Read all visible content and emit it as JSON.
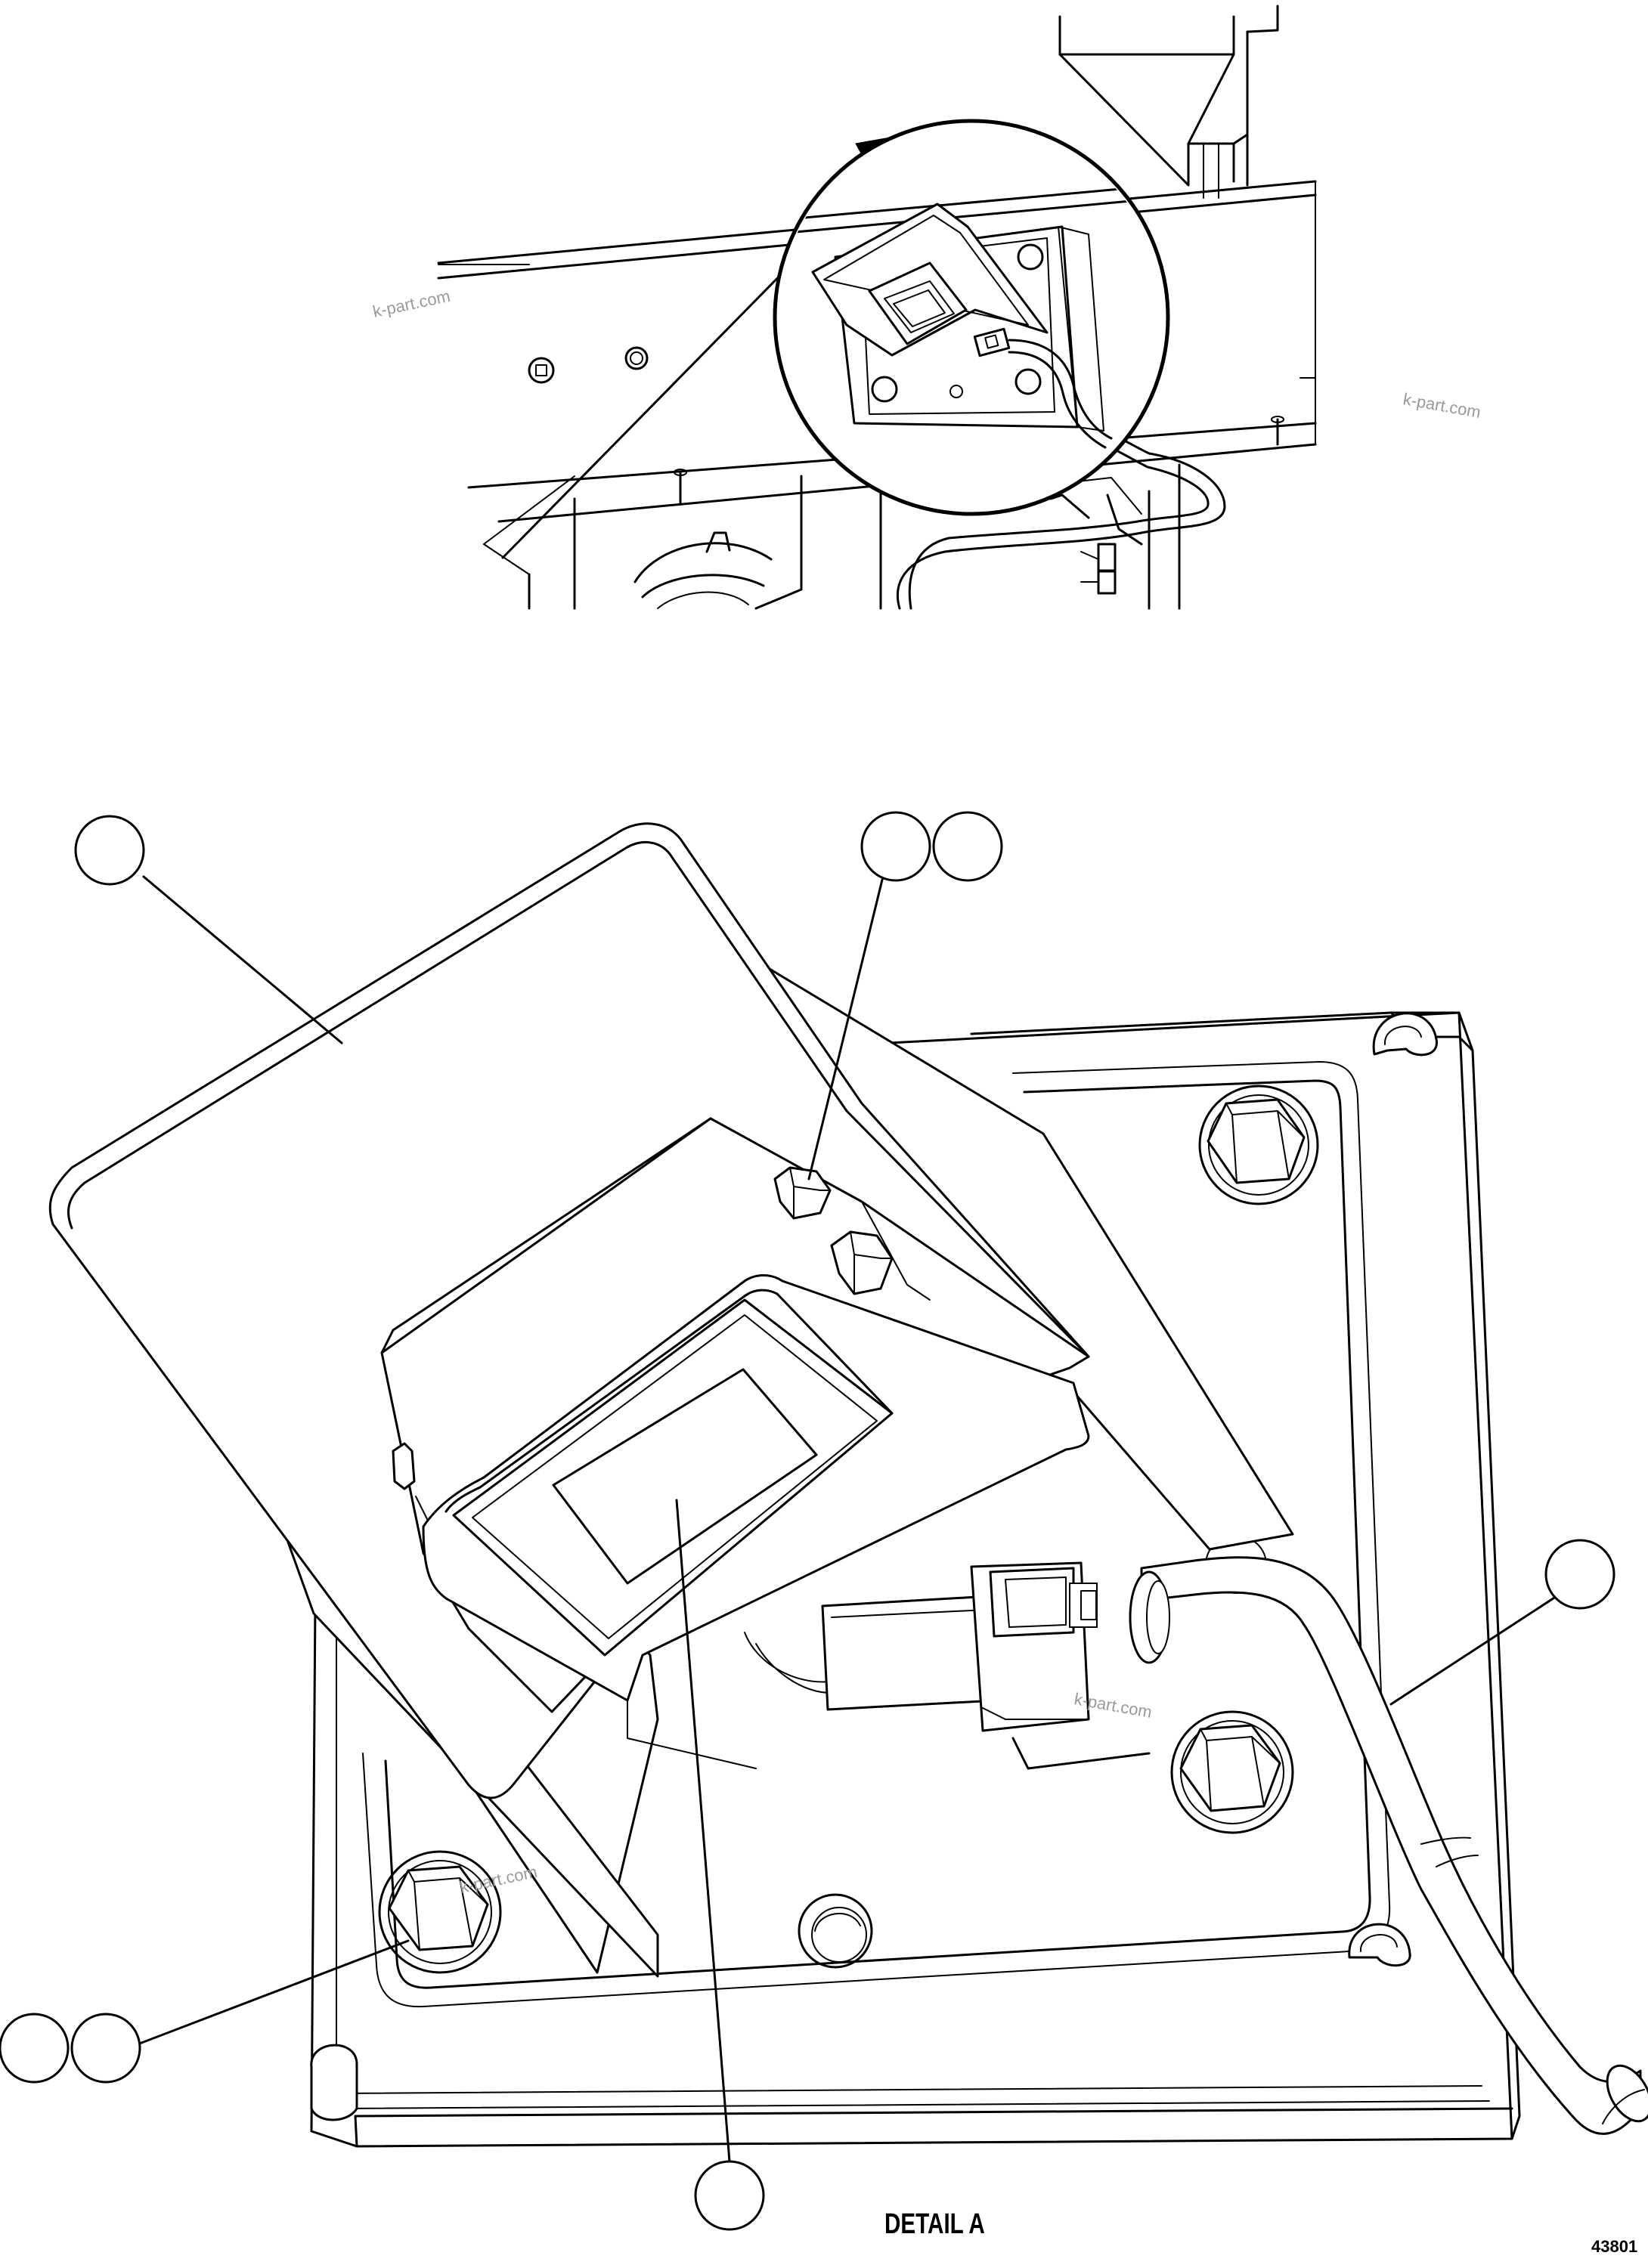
{
  "view_label": "A",
  "detail_caption": "DETAIL A",
  "figure_number": "43801",
  "watermarks": [
    "k-part.com",
    "k-part.com",
    "k-part.com",
    "k-part.com"
  ],
  "callouts": [
    {
      "id": "callout-top-left",
      "text": ""
    },
    {
      "id": "callout-top-pair-a",
      "text": ""
    },
    {
      "id": "callout-top-pair-b",
      "text": ""
    },
    {
      "id": "callout-right",
      "text": ""
    },
    {
      "id": "callout-bottom-left-a",
      "text": ""
    },
    {
      "id": "callout-bottom-left-b",
      "text": ""
    },
    {
      "id": "callout-bottom-center",
      "text": ""
    }
  ]
}
